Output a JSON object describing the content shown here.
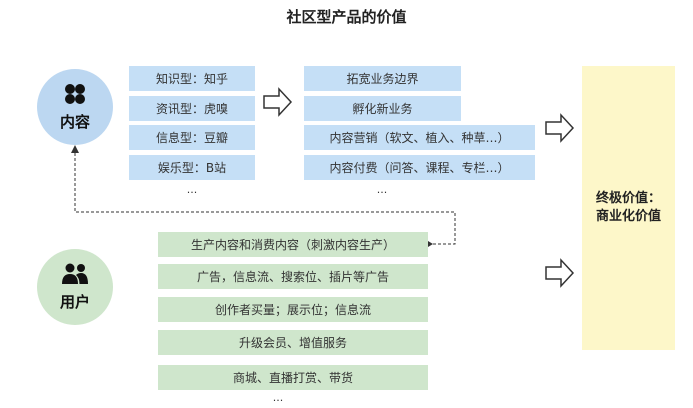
{
  "title": "社区型产品的价值",
  "content_node": {
    "label": "内容",
    "icon": "clover-icon",
    "color": "#bcd7f1"
  },
  "user_node": {
    "label": "用户",
    "icon": "users-icon",
    "color": "#cfe6cc"
  },
  "content_types": [
    "知识型：知乎",
    "资讯型：虎嗅",
    "信息型：豆瓣",
    "娱乐型：B站"
  ],
  "content_types_more": "...",
  "content_values": [
    "拓宽业务边界",
    "孵化新业务",
    "内容营销（软文、植入、种草…）",
    "内容付费（问答、课程、专栏…）"
  ],
  "content_values_more": "...",
  "user_values": [
    "生产内容和消费内容（刺激内容生产）",
    "广告，信息流、搜索位、插片等广告",
    "创作者买量；展示位；信息流",
    "升级会员、增值服务",
    "商城、直播打赏、带货"
  ],
  "user_values_more": "...",
  "goal": {
    "line1": "终极价值：",
    "line2": "商业化价值",
    "color": "#fdf7c9"
  },
  "colors": {
    "blue_box": "#c5dff6",
    "green_box": "#cfe6cc",
    "arrow": "#333333"
  }
}
